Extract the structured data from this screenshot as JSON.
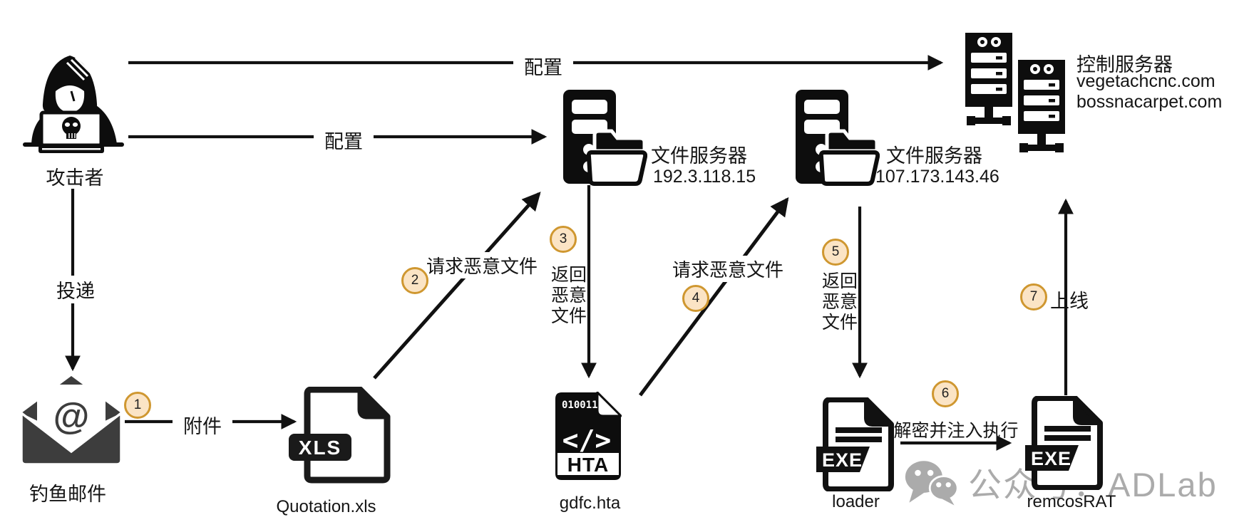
{
  "colors": {
    "line": "#111111",
    "icon_black": "#0d0d0d",
    "email_gray": "#3d3d3d",
    "step_fill": "#fbe4c5",
    "step_border": "#cf9730",
    "watermark_gray": "#ababab"
  },
  "watermark": {
    "text": "公众号：ADLab"
  },
  "nodes": {
    "attacker": {
      "label": "攻击者"
    },
    "phishing_email": {
      "label": "钓鱼邮件",
      "at_symbol": "@"
    },
    "quotation_xls": {
      "label": "Quotation.xls",
      "badge": "XLS"
    },
    "gdfc_hta": {
      "label": "gdfc.hta",
      "badge": "HTA",
      "binary_text": "010011",
      "code_glyph": "</>"
    },
    "loader": {
      "label": "loader",
      "badge": "EXE"
    },
    "remcos_rat": {
      "label": "remcosRAT",
      "badge": "EXE"
    },
    "file_server_1": {
      "title": "文件服务器",
      "ip": "192.3.118.15"
    },
    "file_server_2": {
      "title": "文件服务器",
      "ip": "107.173.143.46"
    },
    "control_server": {
      "title": "控制服务器",
      "domain_1": "vegetachcnc.com",
      "domain_2": "bossnacarpet.com"
    }
  },
  "edges": {
    "configure_top": {
      "label": "配置"
    },
    "configure_mid": {
      "label": "配置"
    },
    "deliver": {
      "label": "投递"
    },
    "attachment": {
      "step": "1",
      "label": "附件"
    },
    "request_file_1": {
      "step": "2",
      "label": "请求恶意文件"
    },
    "return_file_1": {
      "step": "3",
      "line1": "返回",
      "line2": "恶意",
      "line3": "文件"
    },
    "request_file_2": {
      "step": "4",
      "label": "请求恶意文件"
    },
    "return_file_2": {
      "step": "5",
      "line1": "返回",
      "line2": "恶意",
      "line3": "文件"
    },
    "decrypt_inject": {
      "step": "6",
      "label": "解密并注入执行"
    },
    "go_online": {
      "step": "7",
      "label": "上线"
    }
  }
}
